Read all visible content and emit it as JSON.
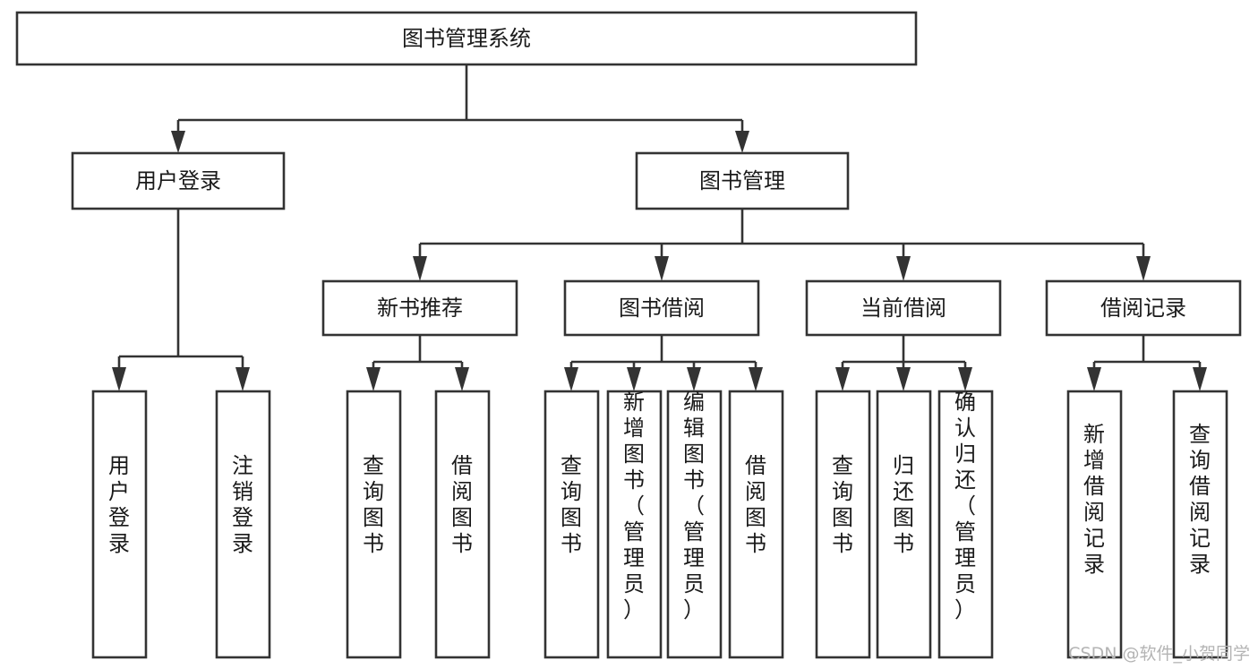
{
  "diagram": {
    "type": "tree-hierarchy-chart",
    "title": "图书管理系统",
    "watermark": "CSDN @软件_小贺同学",
    "colors": {
      "stroke": "#333333",
      "fill": "#ffffff",
      "text": "#1a1a1a",
      "watermark": "#b4b4b4"
    },
    "levels": {
      "root": {
        "label": "图书管理系统"
      },
      "level2": [
        {
          "label": "用户登录"
        },
        {
          "label": "图书管理"
        }
      ],
      "level3": [
        {
          "label": "新书推荐"
        },
        {
          "label": "图书借阅"
        },
        {
          "label": "当前借阅"
        },
        {
          "label": "借阅记录"
        }
      ],
      "leaves_user_login": [
        {
          "label": "用户登录"
        },
        {
          "label": "注销登录"
        }
      ],
      "leaves_new_book": [
        {
          "label": "查询图书"
        },
        {
          "label": "借阅图书"
        }
      ],
      "leaves_borrow": [
        {
          "label": "查询图书"
        },
        {
          "label": "新增图书（管理员）"
        },
        {
          "label": "编辑图书（管理员）"
        },
        {
          "label": "借阅图书"
        }
      ],
      "leaves_current": [
        {
          "label": "查询图书"
        },
        {
          "label": "归还图书"
        },
        {
          "label": "确认归还（管理员）"
        }
      ],
      "leaves_records": [
        {
          "label": "新增借阅记录"
        },
        {
          "label": "查询借阅记录"
        }
      ]
    }
  }
}
